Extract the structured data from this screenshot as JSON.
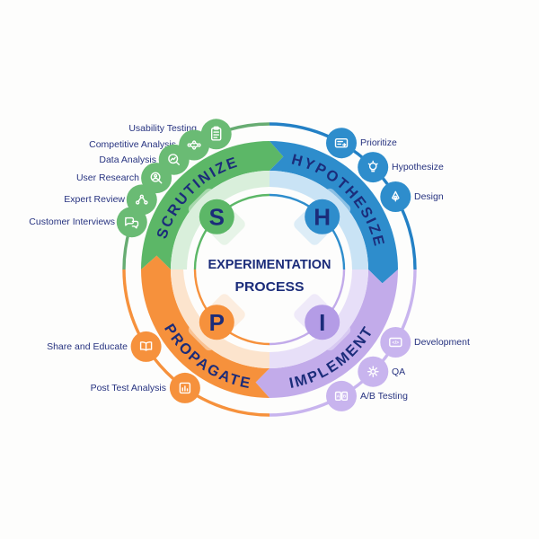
{
  "title": {
    "line1": "EXPERIMENTATION",
    "line2": "PROCESS"
  },
  "quadrants": [
    {
      "name": "scrutinize",
      "label": "SCRUTINIZE",
      "letter": "S",
      "color": "#5CB767",
      "pale": "#D9EFDB",
      "arc": "#67AC72",
      "satellite_color": "#6ABB74"
    },
    {
      "name": "hypothesize",
      "label": "HYPOTHESIZE",
      "letter": "H",
      "color": "#2E8DCC",
      "pale": "#C9E3F5",
      "arc": "#2380C5",
      "satellite_color": "#2E8DCC"
    },
    {
      "name": "implement",
      "label": "IMPLEMENT",
      "letter": "I",
      "color": "#C2ABEA",
      "pale": "#E7DFF8",
      "arc": "#C8B4EE",
      "satellite_color": "#C8B4EE"
    },
    {
      "name": "propagate",
      "label": "PROPAGATE",
      "letter": "P",
      "color": "#F6913C",
      "pale": "#FCE4CD",
      "arc": "#F6913C",
      "satellite_color": "#F6913C"
    }
  ],
  "satellites": [
    {
      "label": "Usability Testing",
      "icon": "clipboard-icon"
    },
    {
      "label": "Competitive Analysis",
      "icon": "network-nodes-icon"
    },
    {
      "label": "Data Analysis",
      "icon": "magnifier-chart-icon"
    },
    {
      "label": "User Research",
      "icon": "magnifier-person-icon"
    },
    {
      "label": "Expert Review",
      "icon": "org-chart-icon"
    },
    {
      "label": "Customer Interviews",
      "icon": "speech-bubbles-icon"
    },
    {
      "label": "Prioritize",
      "icon": "priority-list-icon"
    },
    {
      "label": "Hypothesize",
      "icon": "lightbulb-icon"
    },
    {
      "label": "Design",
      "icon": "pen-nib-icon"
    },
    {
      "label": "Development",
      "icon": "code-window-icon",
      "glyph": "</>"
    },
    {
      "label": "QA",
      "icon": "gear-icon"
    },
    {
      "label": "A/B Testing",
      "icon": "ab-split-icon",
      "glyph_a": "A",
      "glyph_b": "B"
    },
    {
      "label": "Share and Educate",
      "icon": "open-book-icon"
    },
    {
      "label": "Post Test Analysis",
      "icon": "chart-board-icon"
    }
  ],
  "colors": {
    "navy_text": "#1B2C7A",
    "label_text": "#273380",
    "background": "#FDFDFC",
    "letter_i_circle": "#B49CE6"
  }
}
